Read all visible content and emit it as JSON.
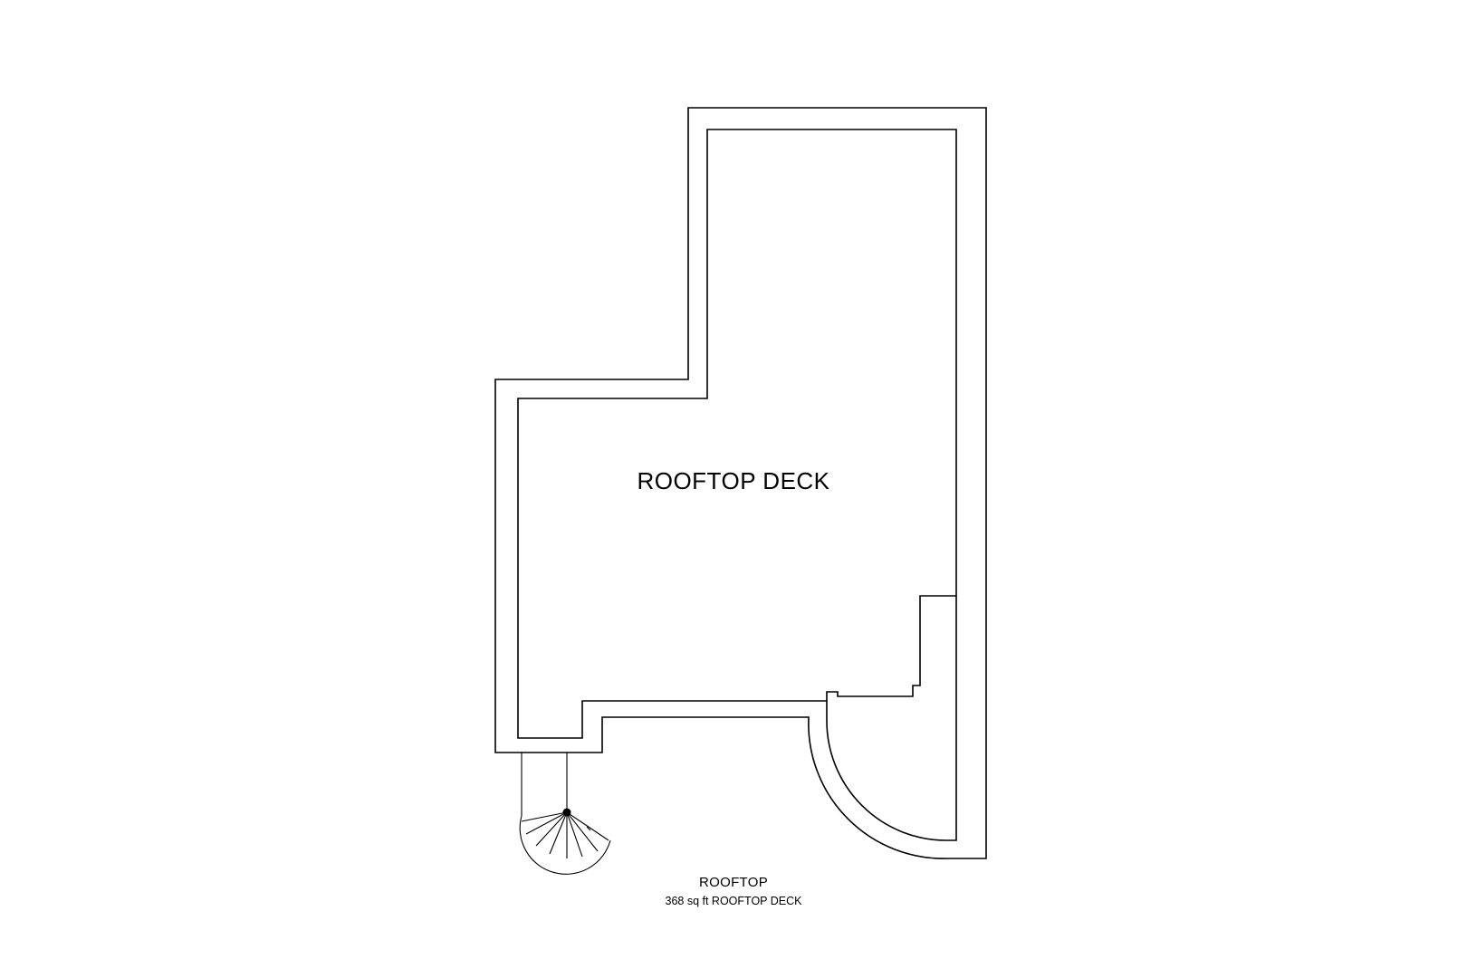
{
  "plan": {
    "room_label": "ROOFTOP DECK",
    "floor_title": "ROOFTOP",
    "area_summary": "368 sq ft ROOFTOP DECK"
  }
}
